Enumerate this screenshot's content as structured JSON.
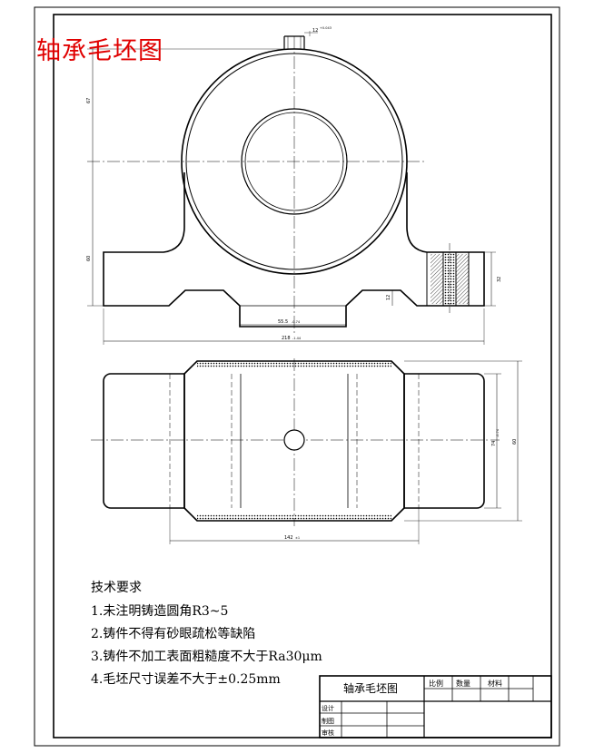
{
  "watermark": "轴承毛坯图",
  "tech_requirements": {
    "title": "技术要求",
    "items": [
      "1.未注明铸造圆角R3~5",
      "2.铸件不得有砂眼疏松等缺陷",
      "3.铸件不加工表面粗糙度不大于Ra30μm",
      "4.毛坯尺寸误差不大于±0.25mm"
    ]
  },
  "title_block": {
    "name": "轴承毛坯图",
    "scale_label": "比例",
    "qty_label": "数量",
    "material_label": "材料",
    "designer_label": "设计",
    "drawer_label": "制图",
    "reviewer_label": "审核"
  },
  "dimensions": {
    "hole_top": "12",
    "hole_tol": "+0.043",
    "left_upper": "67",
    "left_lower": "60",
    "right_small": "32",
    "base_step": "12",
    "bottom_inner": "55.5",
    "bottom_inner_tol": "-0.74",
    "bottom_overall": "218",
    "bottom_overall_tol": "-1.44",
    "plan_right_inner": "74",
    "plan_right_inner_tol": "-0.74",
    "plan_right_outer": "60",
    "plan_bottom": "142",
    "plan_bottom_tol": "±1"
  },
  "colors": {
    "line": "#000000",
    "watermark": "#e00000"
  }
}
